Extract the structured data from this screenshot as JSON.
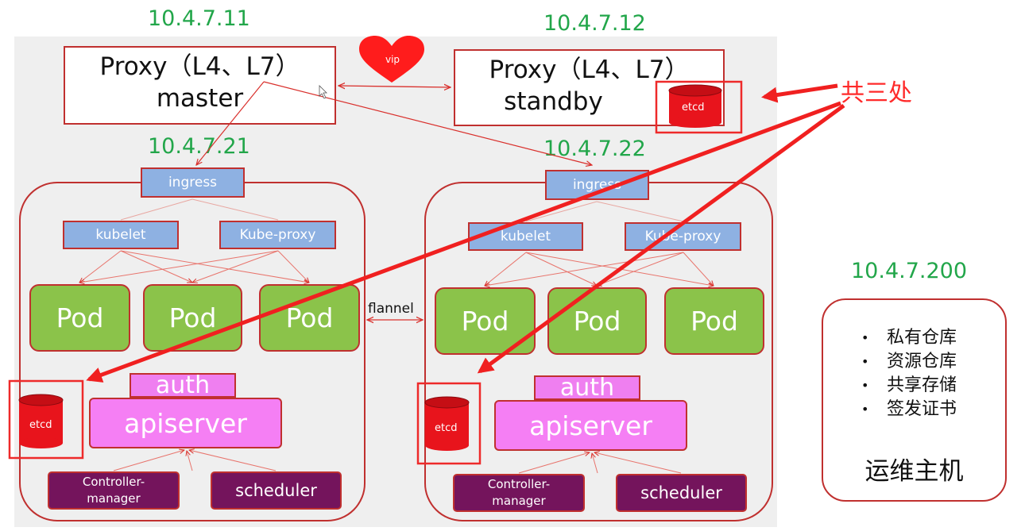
{
  "ips": {
    "proxy_master": "10.4.7.11",
    "proxy_standby": "10.4.7.12",
    "node_left": "10.4.7.21",
    "node_right": "10.4.7.22",
    "ops_host": "10.4.7.200"
  },
  "proxy_master": {
    "line1": "Proxy（L4、L7）",
    "line2": "master"
  },
  "proxy_standby": {
    "line1": "Proxy（L4、L7）",
    "line2": "standby"
  },
  "vip_label": "vip",
  "etcd_label": "etcd",
  "callout": "共三处",
  "node_left": {
    "ingress": "ingress",
    "kubelet": "kubelet",
    "kube_proxy": "Kube-proxy",
    "pods": [
      "Pod",
      "Pod",
      "Pod"
    ],
    "auth": "auth",
    "apiserver": "apiserver",
    "controller_manager": [
      "Controller-",
      "manager"
    ],
    "scheduler": "scheduler",
    "etcd": "etcd"
  },
  "node_right": {
    "ingress": "ingress",
    "kubelet": "kubelet",
    "kube_proxy": "Kube-proxy",
    "pods": [
      "Pod",
      "Pod",
      "Pod"
    ],
    "auth": "auth",
    "apiserver": "apiserver",
    "controller_manager": [
      "Controller-",
      "manager"
    ],
    "scheduler": "scheduler",
    "etcd": "etcd"
  },
  "flannel_label": "flannel",
  "ops_box": {
    "items": [
      "私有仓库",
      "资源仓库",
      "共享存储",
      "签发证书"
    ],
    "title": "运维主机"
  },
  "colors": {
    "ip_green": "#22a64a",
    "border_red": "#c0302f",
    "arrow_red": "#ee2a2a",
    "component_blue": "#8eb1e2",
    "pod_green": "#8bc34a",
    "apiserver_pink": "#f57ff4",
    "controller_purple": "#74145c",
    "etcd_red": "#e8141c"
  }
}
